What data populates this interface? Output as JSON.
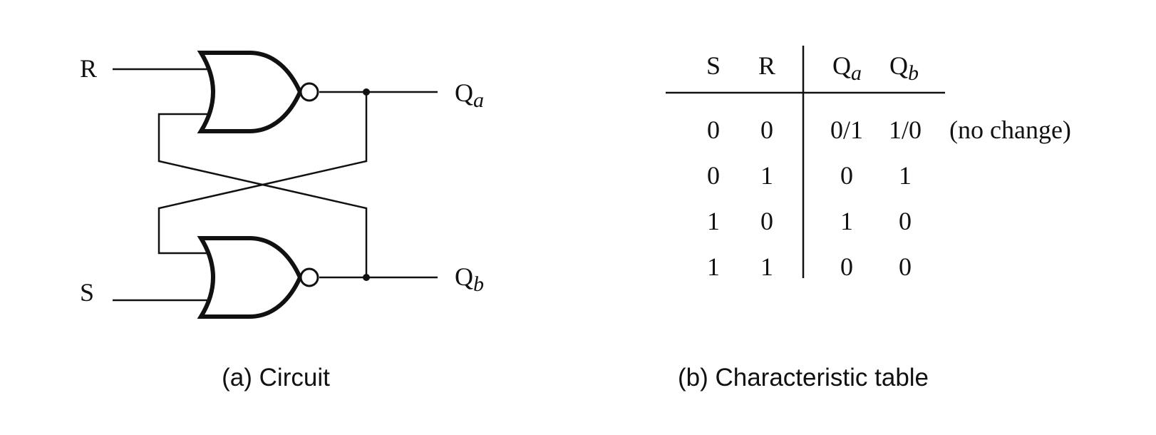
{
  "circuit": {
    "input_r": "R",
    "input_s": "S",
    "output_a": {
      "base": "Q",
      "sub": "a"
    },
    "output_b": {
      "base": "Q",
      "sub": "b"
    },
    "caption": "(a) Circuit"
  },
  "table": {
    "headers": {
      "s": "S",
      "r": "R",
      "qa": {
        "base": "Q",
        "sub": "a"
      },
      "qb": {
        "base": "Q",
        "sub": "b"
      }
    },
    "rows": [
      {
        "s": "0",
        "r": "0",
        "qa": "0/1",
        "qb": "1/0",
        "note": "(no change)"
      },
      {
        "s": "0",
        "r": "1",
        "qa": "0",
        "qb": "1",
        "note": ""
      },
      {
        "s": "1",
        "r": "0",
        "qa": "1",
        "qb": "0",
        "note": ""
      },
      {
        "s": "1",
        "r": "1",
        "qa": "0",
        "qb": "0",
        "note": ""
      }
    ],
    "caption": "(b) Characteristic table"
  }
}
